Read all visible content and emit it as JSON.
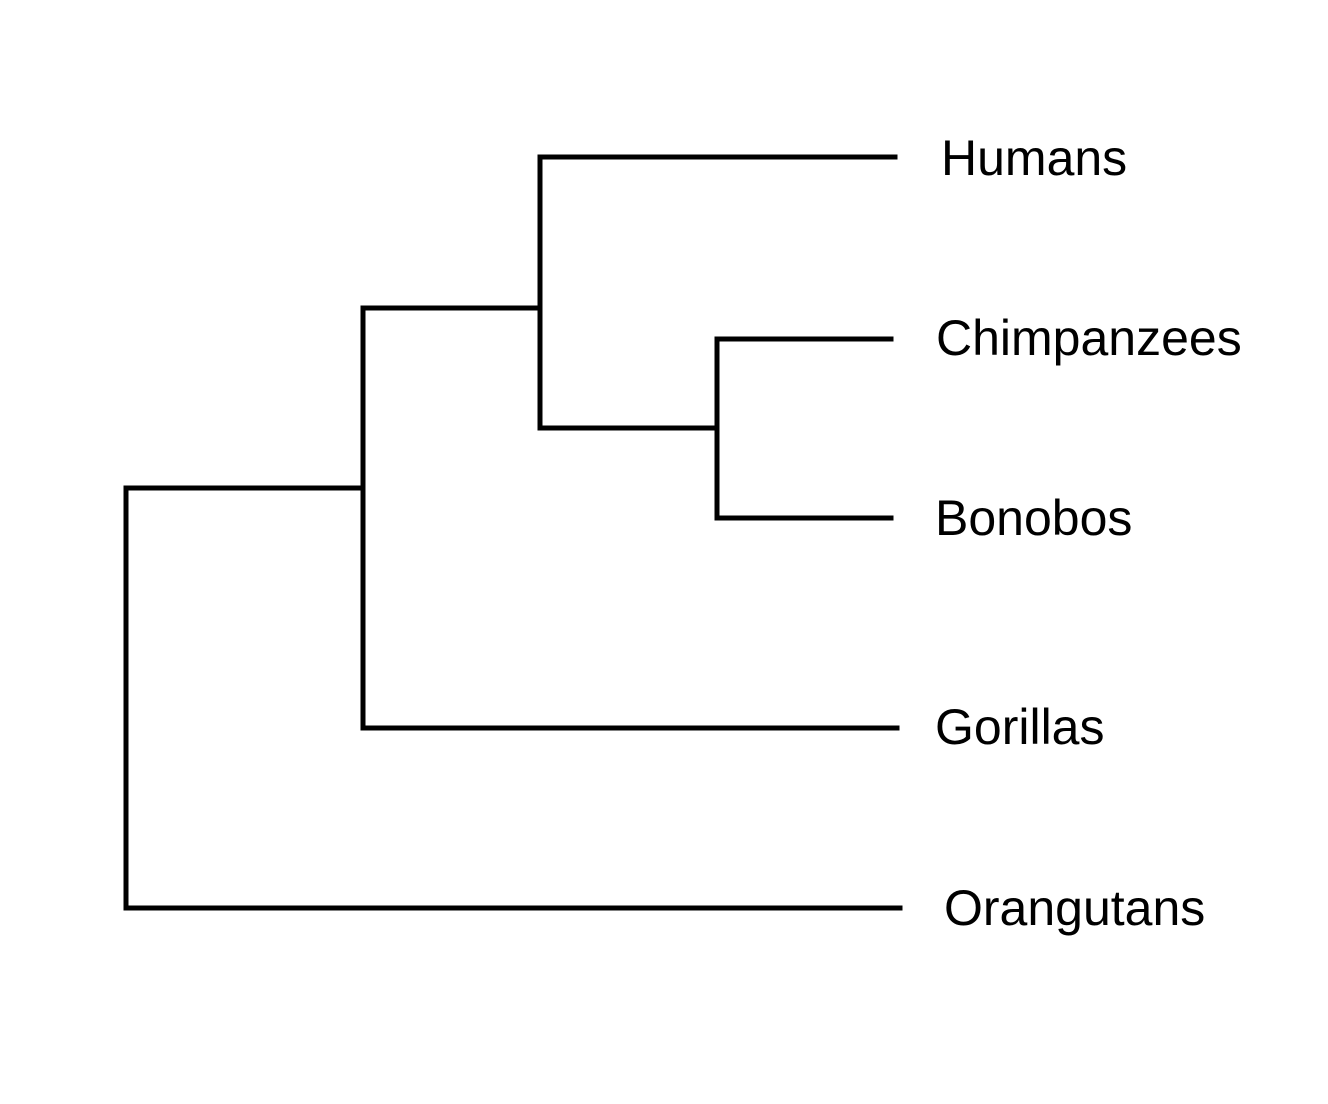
{
  "tree": {
    "tips": [
      {
        "id": "humans",
        "label": "Humans"
      },
      {
        "id": "chimpanzees",
        "label": "Chimpanzees"
      },
      {
        "id": "bonobos",
        "label": "Bonobos"
      },
      {
        "id": "gorillas",
        "label": "Gorillas"
      },
      {
        "id": "orangutans",
        "label": "Orangutans"
      }
    ],
    "topology": "(((Humans,(Chimpanzees,Bonobos)),Gorillas),Orangutans)",
    "line_color": "#000000",
    "background": "#ffffff"
  }
}
